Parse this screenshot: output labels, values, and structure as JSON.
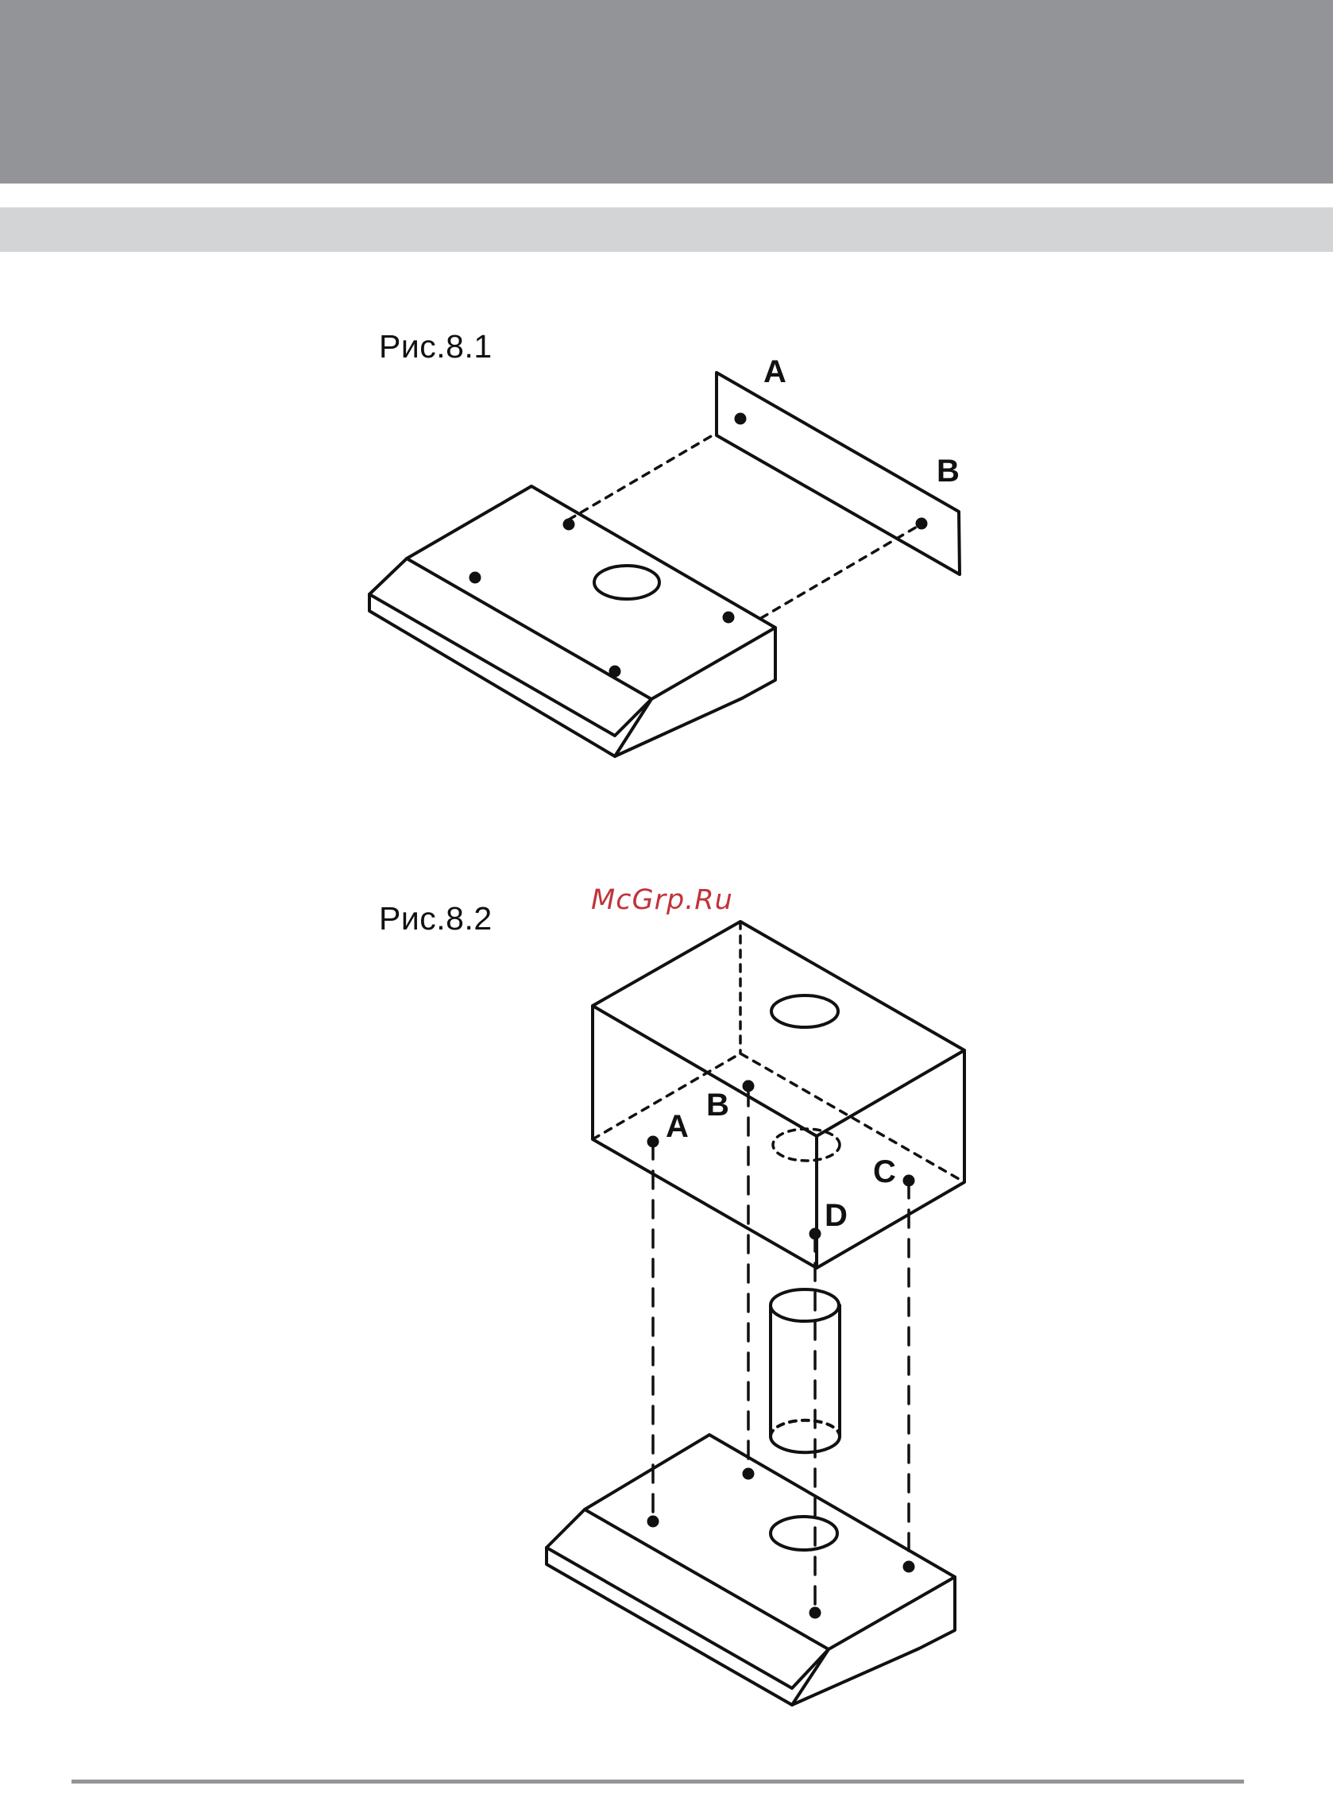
{
  "colors": {
    "header": "#939497",
    "subheader": "#d3d4d6",
    "footer_rule": "#939497",
    "line": "#111111",
    "watermark": "#c0343b"
  },
  "figures": [
    {
      "caption": "Рис.8.1",
      "labels": {
        "a": "A",
        "b": "B"
      }
    },
    {
      "caption": "Рис.8.2",
      "labels": {
        "a": "A",
        "b": "B",
        "c": "C",
        "d": "D"
      }
    }
  ],
  "watermark": "McGrp.Ru"
}
